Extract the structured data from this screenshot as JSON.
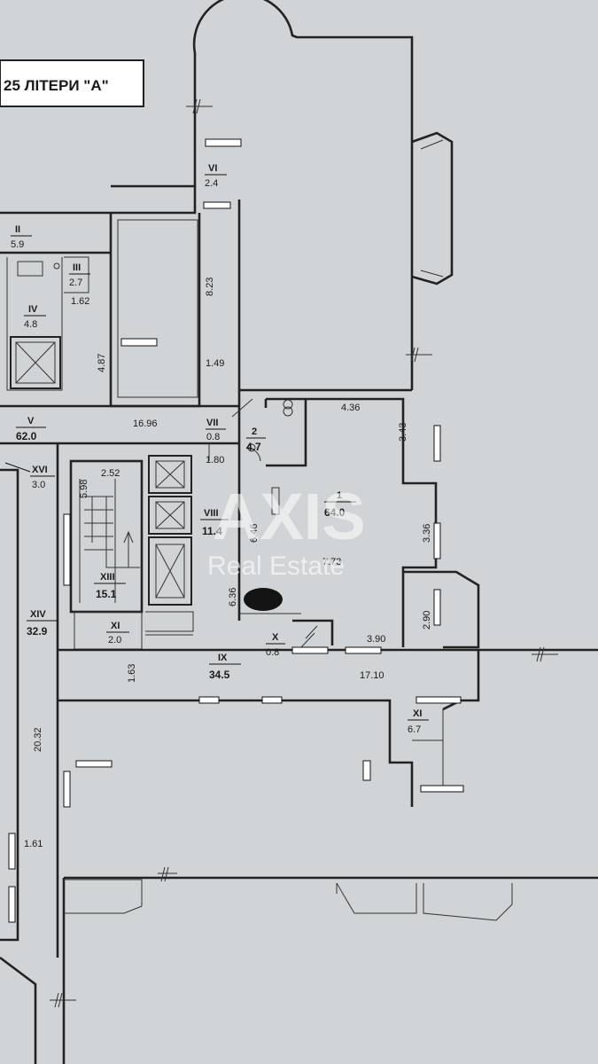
{
  "title": "25 ЛІТЕРИ \"А\"",
  "watermark": {
    "brand": "AXIS",
    "sub": "Real Estate"
  },
  "rooms": [
    {
      "id": "I",
      "roman": "1",
      "area": "64.0"
    },
    {
      "id": "2",
      "roman": "2",
      "area": "4.7"
    },
    {
      "id": "II",
      "roman": "II",
      "area": "5.9"
    },
    {
      "id": "III",
      "roman": "III",
      "area": "2.7"
    },
    {
      "id": "IV",
      "roman": "IV",
      "area": "4.8"
    },
    {
      "id": "V",
      "roman": "V",
      "area": "62.0"
    },
    {
      "id": "VI",
      "roman": "VI",
      "area": "2.4"
    },
    {
      "id": "VII",
      "roman": "VII",
      "area": "0.8"
    },
    {
      "id": "VIII",
      "roman": "VIII",
      "area": "11.4"
    },
    {
      "id": "IX",
      "roman": "IX",
      "area": "34.5"
    },
    {
      "id": "X",
      "roman": "X",
      "area": "0.8"
    },
    {
      "id": "XI_a",
      "roman": "XI",
      "area": "2.0"
    },
    {
      "id": "XI_b",
      "roman": "XI",
      "area": "6.7"
    },
    {
      "id": "XIII",
      "roman": "XIII",
      "area": "15.1"
    },
    {
      "id": "XIV",
      "roman": "XIV",
      "area": "32.9"
    },
    {
      "id": "XVI",
      "roman": "XVI",
      "area": "3.0"
    }
  ],
  "dimensions": [
    "4.36",
    "3.43",
    "3.36",
    "2.90",
    "3.90",
    "17.10",
    "7.73",
    "6.46",
    "6.36",
    "16.96",
    "1.80",
    "1.49",
    "8.23",
    "4.87",
    "1.62",
    "2.52",
    "5.98",
    "1.63",
    "20.32",
    "1.61"
  ]
}
